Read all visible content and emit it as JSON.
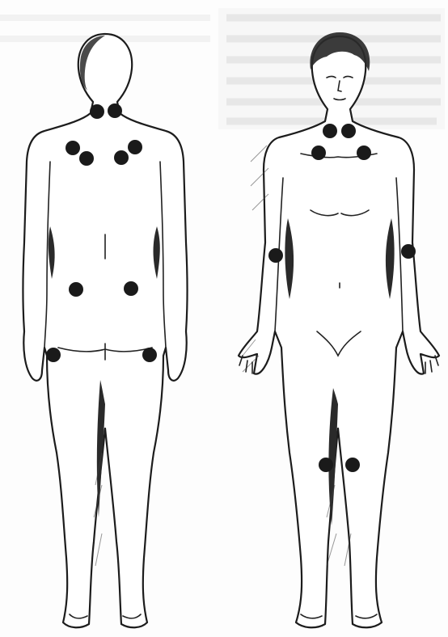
{
  "figures": [
    {
      "id": "back-view",
      "view": "posterior"
    },
    {
      "id": "front-view",
      "view": "anterior"
    }
  ],
  "tender_points": {
    "count": 18,
    "color": "#1a1a1a",
    "back_view": [
      "occiput-left",
      "occiput-right",
      "trapezius-left",
      "trapezius-right",
      "supraspinatus-left",
      "supraspinatus-right",
      "gluteal-left",
      "gluteal-right",
      "greater-trochanter-left",
      "greater-trochanter-right"
    ],
    "front_view": [
      "low-cervical-left",
      "low-cervical-right",
      "second-rib-left",
      "second-rib-right",
      "lateral-epicondyle-left",
      "lateral-epicondyle-right",
      "knee-left",
      "knee-right"
    ]
  },
  "colors": {
    "ink": "#1c1c1c",
    "paper": "#fdfdfd",
    "bleed_through": "#d4d4d4"
  }
}
